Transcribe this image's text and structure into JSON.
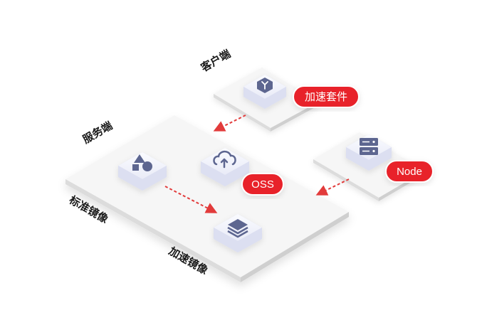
{
  "labels": {
    "client": "客户端",
    "server": "服务端",
    "standard_image": "标准镜像",
    "accelerated_image": "加速镜像"
  },
  "badges": {
    "accel_kit": "加速套件",
    "oss": "OSS",
    "node": "Node"
  },
  "icons": {
    "client_cube": "shield-y-icon",
    "standard_cube": "shapes-icon",
    "oss_cube": "cloud-upload-icon",
    "accel_cube": "layers-icon",
    "node_cube": "server-icon"
  },
  "colors": {
    "accent_red": "#e8242a",
    "arrow_red": "#e23b3b",
    "icon_indigo": "#5d6690",
    "cube_top": "#f3f4fb",
    "cube_side": "#d6d9ee",
    "platform_top": "#f5f5f5",
    "platform_side": "#dedede"
  }
}
